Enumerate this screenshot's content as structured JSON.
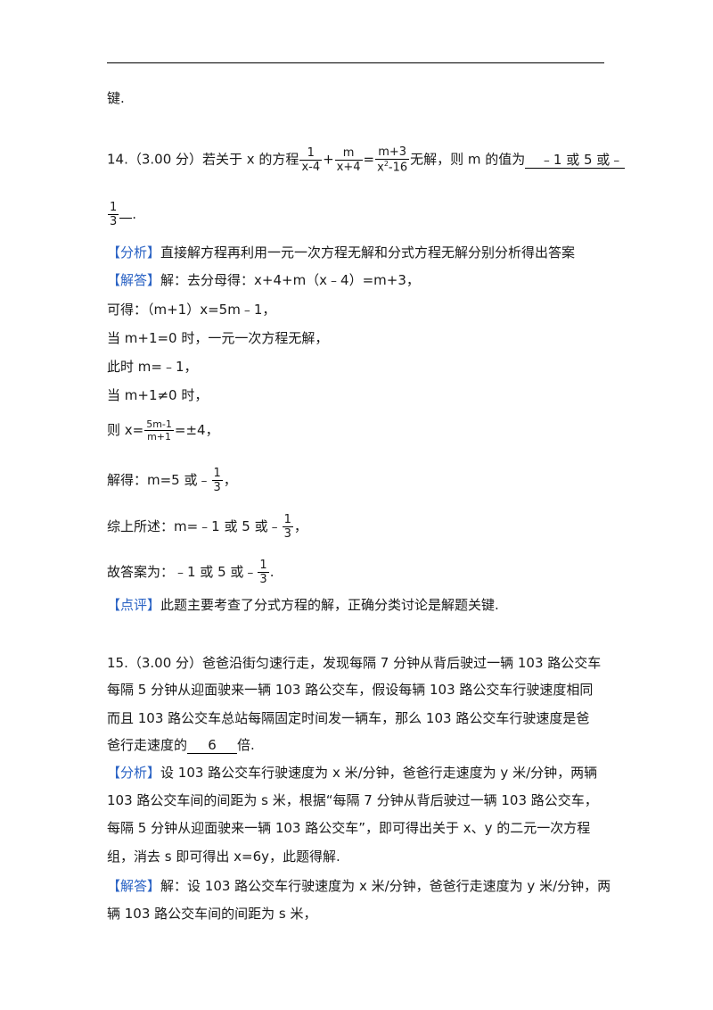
{
  "top_fragment": "键.",
  "q14": {
    "prefix": "14.（3.00 分）若关于 x 的方程",
    "f1_num": "1",
    "f1_den": "x-4",
    "plus": "+",
    "f2_num": "m",
    "f2_den": "x+4",
    "eq": "=",
    "f3_num": "m+3",
    "f3_den_base": "x",
    "f3_den_exp": "2",
    "f3_den_rest": "-16",
    "suffix": "无解，则 m 的值为",
    "answer_part": "﹣1 或 5 或﹣",
    "ans_frac_num": "1",
    "ans_frac_den": "3",
    "ans_tail": "."
  },
  "a14": {
    "analysis_tag": "【分析】",
    "analysis": "直接解方程再利用一元一次方程无解和分式方程无解分别分析得出答案",
    "solution_tag": "【解答】",
    "solution_first": "解：去分母得：x+4+m（x﹣4）=m+3，",
    "l1": "可得：（m+1）x=5m﹣1，",
    "l2": "当 m+1=0 时，一元一次方程无解，",
    "l3": "此时 m=﹣1，",
    "l4": "当 m+1≠0 时，",
    "l5_pre": "则 x=",
    "l5_num": "5m-1",
    "l5_den": "m+1",
    "l5_post": "=±4，",
    "l6_pre": "解得：m=5 或﹣",
    "l6_num": "1",
    "l6_den": "3",
    "l6_post": "，",
    "l7_pre": "综上所述：m=﹣1 或 5 或﹣",
    "l7_num": "1",
    "l7_den": "3",
    "l7_post": "，",
    "l8_pre": "故答案为：﹣1 或 5 或﹣",
    "l8_num": "1",
    "l8_den": "3",
    "l8_post": ".",
    "review_tag": "【点评】",
    "review": "此题主要考查了分式方程的解，正确分类讨论是解题关键."
  },
  "q15": {
    "line1": "15.（3.00 分）爸爸沿街匀速行走，发现每隔 7 分钟从背后驶过一辆 103 路公交车",
    "line2": "每隔 5 分钟从迎面驶来一辆 103 路公交车，假设每辆 103 路公交车行驶速度相同",
    "line3": "而且 103 路公交车总站每隔固定时间发一辆车，那么 103 路公交车行驶速度是爸",
    "line4_pre": "爸行走速度的",
    "answer": "6",
    "line4_post": "倍."
  },
  "a15": {
    "analysis_tag": "【分析】",
    "analysis1": "设 103 路公交车行驶速度为 x 米/分钟，爸爸行走速度为 y 米/分钟，两辆",
    "analysis2": "103 路公交车间的间距为 s 米，根据“每隔 7 分钟从背后驶过一辆 103 路公交车，",
    "analysis3": "每隔 5 分钟从迎面驶来一辆 103 路公交车”，即可得出关于 x、y 的二元一次方程",
    "analysis4": "组，消去 s 即可得出 x=6y，此题得解.",
    "solution_tag": "【解答】",
    "solution1": "解：设 103 路公交车行驶速度为 x 米/分钟，爸爸行走速度为 y 米/分钟，两",
    "solution2": "辆 103 路公交车间的间距为 s 米，"
  }
}
